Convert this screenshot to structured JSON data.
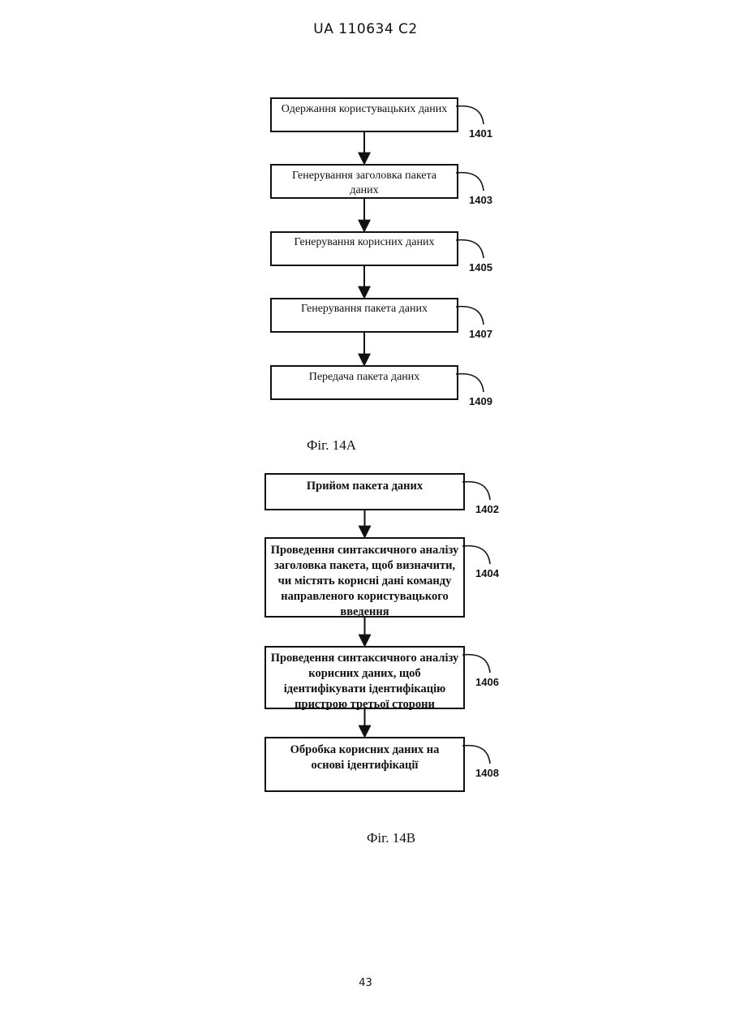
{
  "header": {
    "text": "UA   110634   C2"
  },
  "footer": {
    "page_number": "43"
  },
  "fig_a": {
    "caption": "Фіг. 14А",
    "steps": [
      {
        "lines": [
          "Одержання користувацьких даних"
        ],
        "ref": "1401"
      },
      {
        "lines": [
          "Генерування заголовка пакета",
          "даних"
        ],
        "ref": "1403"
      },
      {
        "lines": [
          "Генерування корисних даних"
        ],
        "ref": "1405"
      },
      {
        "lines": [
          "Генерування пакета даних"
        ],
        "ref": "1407"
      },
      {
        "lines": [
          "Передача пакета даних"
        ],
        "ref": "1409"
      }
    ]
  },
  "fig_b": {
    "caption": "Фіг. 14В",
    "steps": [
      {
        "lines": [
          "Прийом пакета даних"
        ],
        "ref": "1402"
      },
      {
        "lines": [
          "Проведення синтаксичного аналізу",
          "заголовка пакета, щоб визначити,",
          "чи містять корисні дані команду",
          "направленого користувацького",
          "введення"
        ],
        "ref": "1404"
      },
      {
        "lines": [
          "Проведення синтаксичного аналізу",
          "корисних даних, щоб",
          "ідентифікувати ідентифікацію",
          "пристрою третьої сторони"
        ],
        "ref": "1406"
      },
      {
        "lines": [
          "Обробка корисних даних на",
          "основі ідентифікації"
        ],
        "ref": "1408"
      }
    ]
  }
}
